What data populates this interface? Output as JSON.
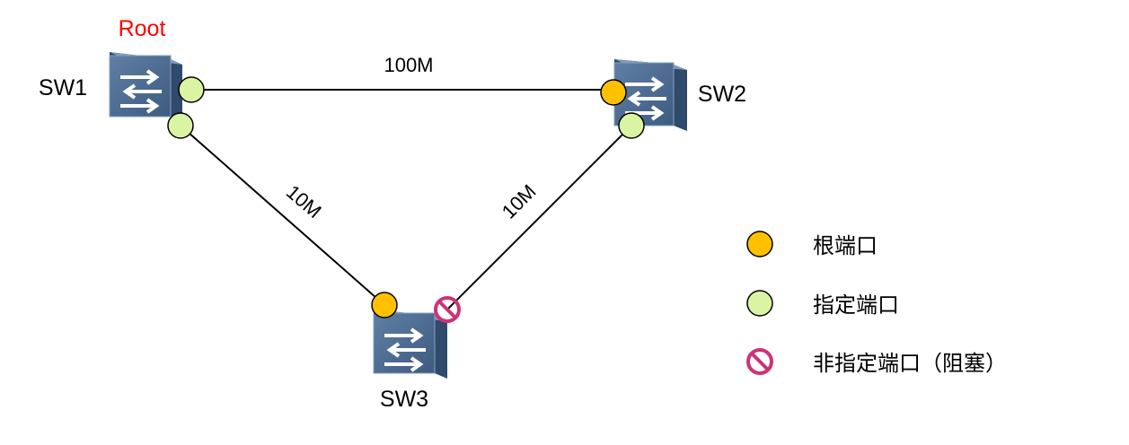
{
  "root_label": "Root",
  "switches": [
    {
      "name": "SW1"
    },
    {
      "name": "SW2"
    },
    {
      "name": "SW3"
    }
  ],
  "links": [
    {
      "from": "SW1",
      "to": "SW2",
      "label": "100M"
    },
    {
      "from": "SW1",
      "to": "SW3",
      "label": "10M"
    },
    {
      "from": "SW2",
      "to": "SW3",
      "label": "10M"
    }
  ],
  "legend": [
    {
      "type": "root-port",
      "label": "根端口",
      "color": "#FFC000"
    },
    {
      "type": "designated-port",
      "label": "指定端口",
      "color": "#D9F5A3"
    },
    {
      "type": "blocked-port",
      "label": "非指定端口（阻塞）",
      "color": "#CC3377"
    }
  ],
  "colors": {
    "root_label": "#FF0000",
    "link": "#000000",
    "switch_face": "#4A6A8F"
  }
}
